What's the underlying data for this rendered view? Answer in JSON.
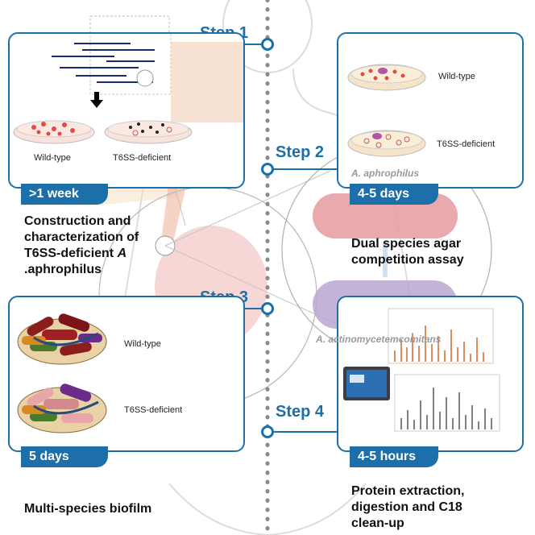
{
  "steps": [
    {
      "label": "Step 1",
      "duration": ">1 week",
      "description_lines": [
        "Construction and",
        "characterization of",
        "T6SS-deficient ",
        ".aphrophilus"
      ],
      "description_italic": "A"
    },
    {
      "label": "Step 2",
      "duration": "4-5 days",
      "description_lines": [
        "Dual species agar",
        "competition assay"
      ]
    },
    {
      "label": "Step 3",
      "duration": "5 days",
      "description_lines": [
        "Multi-species biofilm"
      ]
    },
    {
      "label": "Step 4",
      "duration": "4-5 hours",
      "description_lines": [
        "Protein extraction,",
        "digestion and C18",
        "clean-up"
      ]
    }
  ],
  "panel1": {
    "plate_labels": [
      "Wild-type",
      "T6SS-deficient"
    ]
  },
  "panel2": {
    "plate_labels": [
      "Wild-type",
      "T6SS-deficient"
    ]
  },
  "panel3": {
    "labels": [
      "Wild-type",
      "T6SS-deficient"
    ]
  },
  "species": {
    "top": "A. aphrophilus",
    "bottom": "A. actinomycetemcomitans"
  },
  "colors": {
    "accent": "#1c6fa8",
    "pink_cell": "#e8a0a3",
    "purple_cell": "#b9a6cf",
    "spectrum": "#d3652a"
  }
}
